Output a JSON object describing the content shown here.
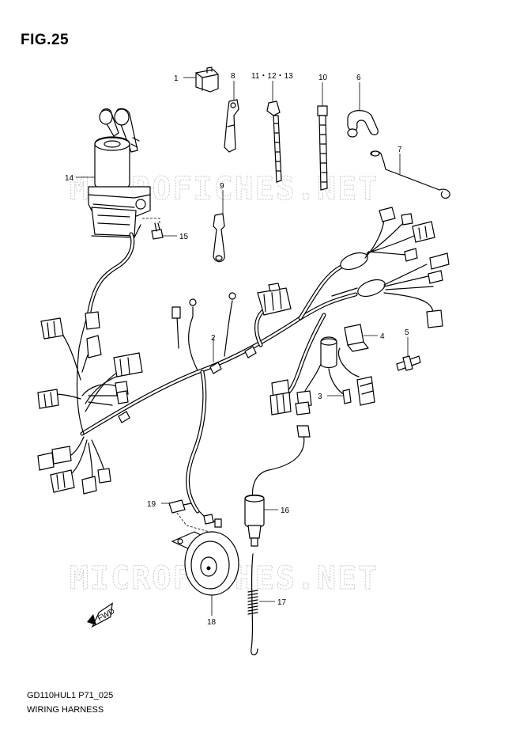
{
  "figure": {
    "title": "FIG.25",
    "code": "GD110HUL1 P71_025",
    "name": "WIRING HARNESS",
    "watermark": "MICROFICHES.NET",
    "front_marker": "FWD"
  },
  "callouts": [
    "1",
    "8",
    "11・12・13",
    "10",
    "6",
    "7",
    "14",
    "9",
    "15",
    "2",
    "4",
    "5",
    "3",
    "19",
    "16",
    "17",
    "18"
  ]
}
